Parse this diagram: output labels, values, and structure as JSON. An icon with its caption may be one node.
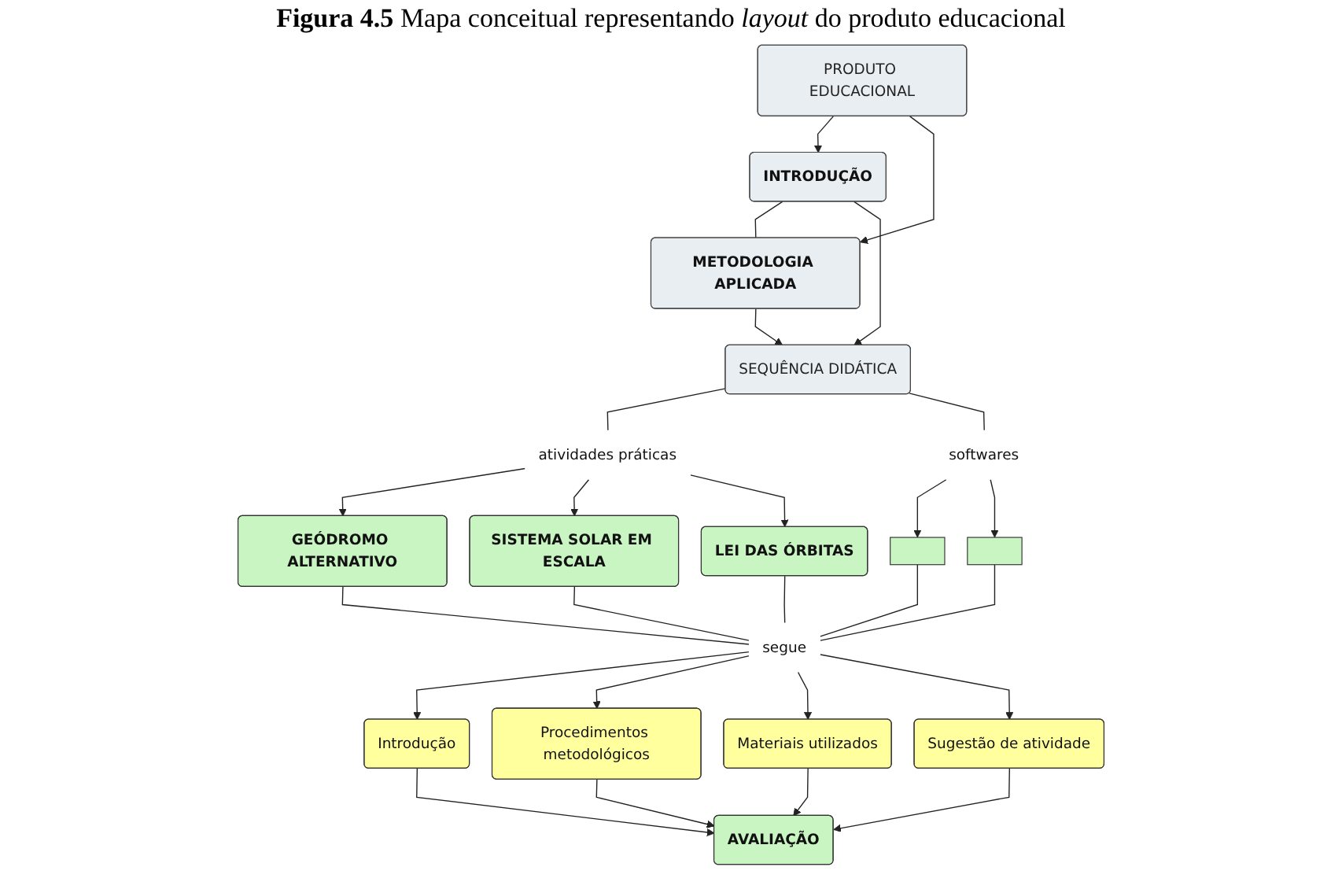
{
  "diagram": {
    "title": "**Figura 4.5** Mapa conceitual representando *layout* do produto educacional",
    "nodes": [
      {
        "text": [
          "PRODUTO EDUCACIONAL"
        ]
      },
      {
        "text": [
          "INTRODUÇÃO"
        ]
      },
      {
        "text": [
          "METODOLOGIA APLICADA"
        ]
      },
      {
        "text": [
          "SEQUÊNCIA DIDÁTICA"
        ]
      },
      {
        "text": [
          "GEÓDROMO ALTERNATIVO"
        ]
      },
      {
        "text": [
          "atividades práticas"
        ]
      },
      {
        "text": [
          "softwares"
        ]
      },
      {
        "text": [],
        "shape": "box"
      },
      {
        "text": [
          "SISTEMA SOLAR EM ESCALA"
        ]
      },
      {
        "text": [
          "LEI DAS ÓRBITAS"
        ]
      },
      {
        "text": [
          "segue"
        ]
      },
      {
        "text": [],
        "shape": "box"
      },
      {
        "text": [
          "Introdução"
        ]
      },
      {
        "text": [
          "Procedimentos metodológicos"
        ]
      },
      {
        "text": [
          "Materiais utilizados"
        ]
      },
      {
        "text": [
          "Sugestão de atividade"
        ]
      },
      {
        "text": [
          "AVALIAÇÃO"
        ]
      }
    ],
    "edges": [
      {
        "from": 0,
        "to": 1,
        "arrow": "to"
      },
      {
        "from": 0,
        "to": 2,
        "arrow": "to"
      },
      {
        "from": 1,
        "to": 2,
        "arrow": "none"
      },
      {
        "from": 1,
        "to": 3,
        "arrow": "to"
      },
      {
        "from": 2,
        "to": 3,
        "arrow": "to"
      },
      {
        "from": 3,
        "to": 5,
        "arrow": "none"
      },
      {
        "from": 5,
        "to": 4,
        "arrow": "to"
      },
      {
        "from": 5,
        "to": 8,
        "arrow": "to"
      },
      {
        "from": 5,
        "to": 9,
        "arrow": "to"
      },
      {
        "from": 3,
        "to": 6,
        "arrow": "none"
      },
      {
        "from": 6,
        "to": 7,
        "arrow": "to"
      },
      {
        "from": 6,
        "to": 11,
        "arrow": "to"
      },
      {
        "from": 4,
        "to": 10,
        "arrow": "none"
      },
      {
        "from": 8,
        "to": 10,
        "arrow": "none"
      },
      {
        "from": 7,
        "to": 10,
        "arrow": "none"
      },
      {
        "from": 9,
        "to": 10,
        "arrow": "none"
      },
      {
        "from": 11,
        "to": 10,
        "arrow": "none"
      },
      {
        "from": 10,
        "to": 12,
        "arrow": "to"
      },
      {
        "from": 10,
        "to": 13,
        "arrow": "to"
      },
      {
        "from": 10,
        "to": 14,
        "arrow": "to"
      },
      {
        "from": 10,
        "to": 15,
        "arrow": "to"
      },
      {
        "from": 12,
        "to": 16,
        "arrow": "to"
      },
      {
        "from": 13,
        "to": 16,
        "arrow": "to"
      },
      {
        "from": 14,
        "to": 16,
        "arrow": "to"
      },
      {
        "from": 15,
        "to": 16,
        "arrow": "to"
      }
    ]
  }
}
